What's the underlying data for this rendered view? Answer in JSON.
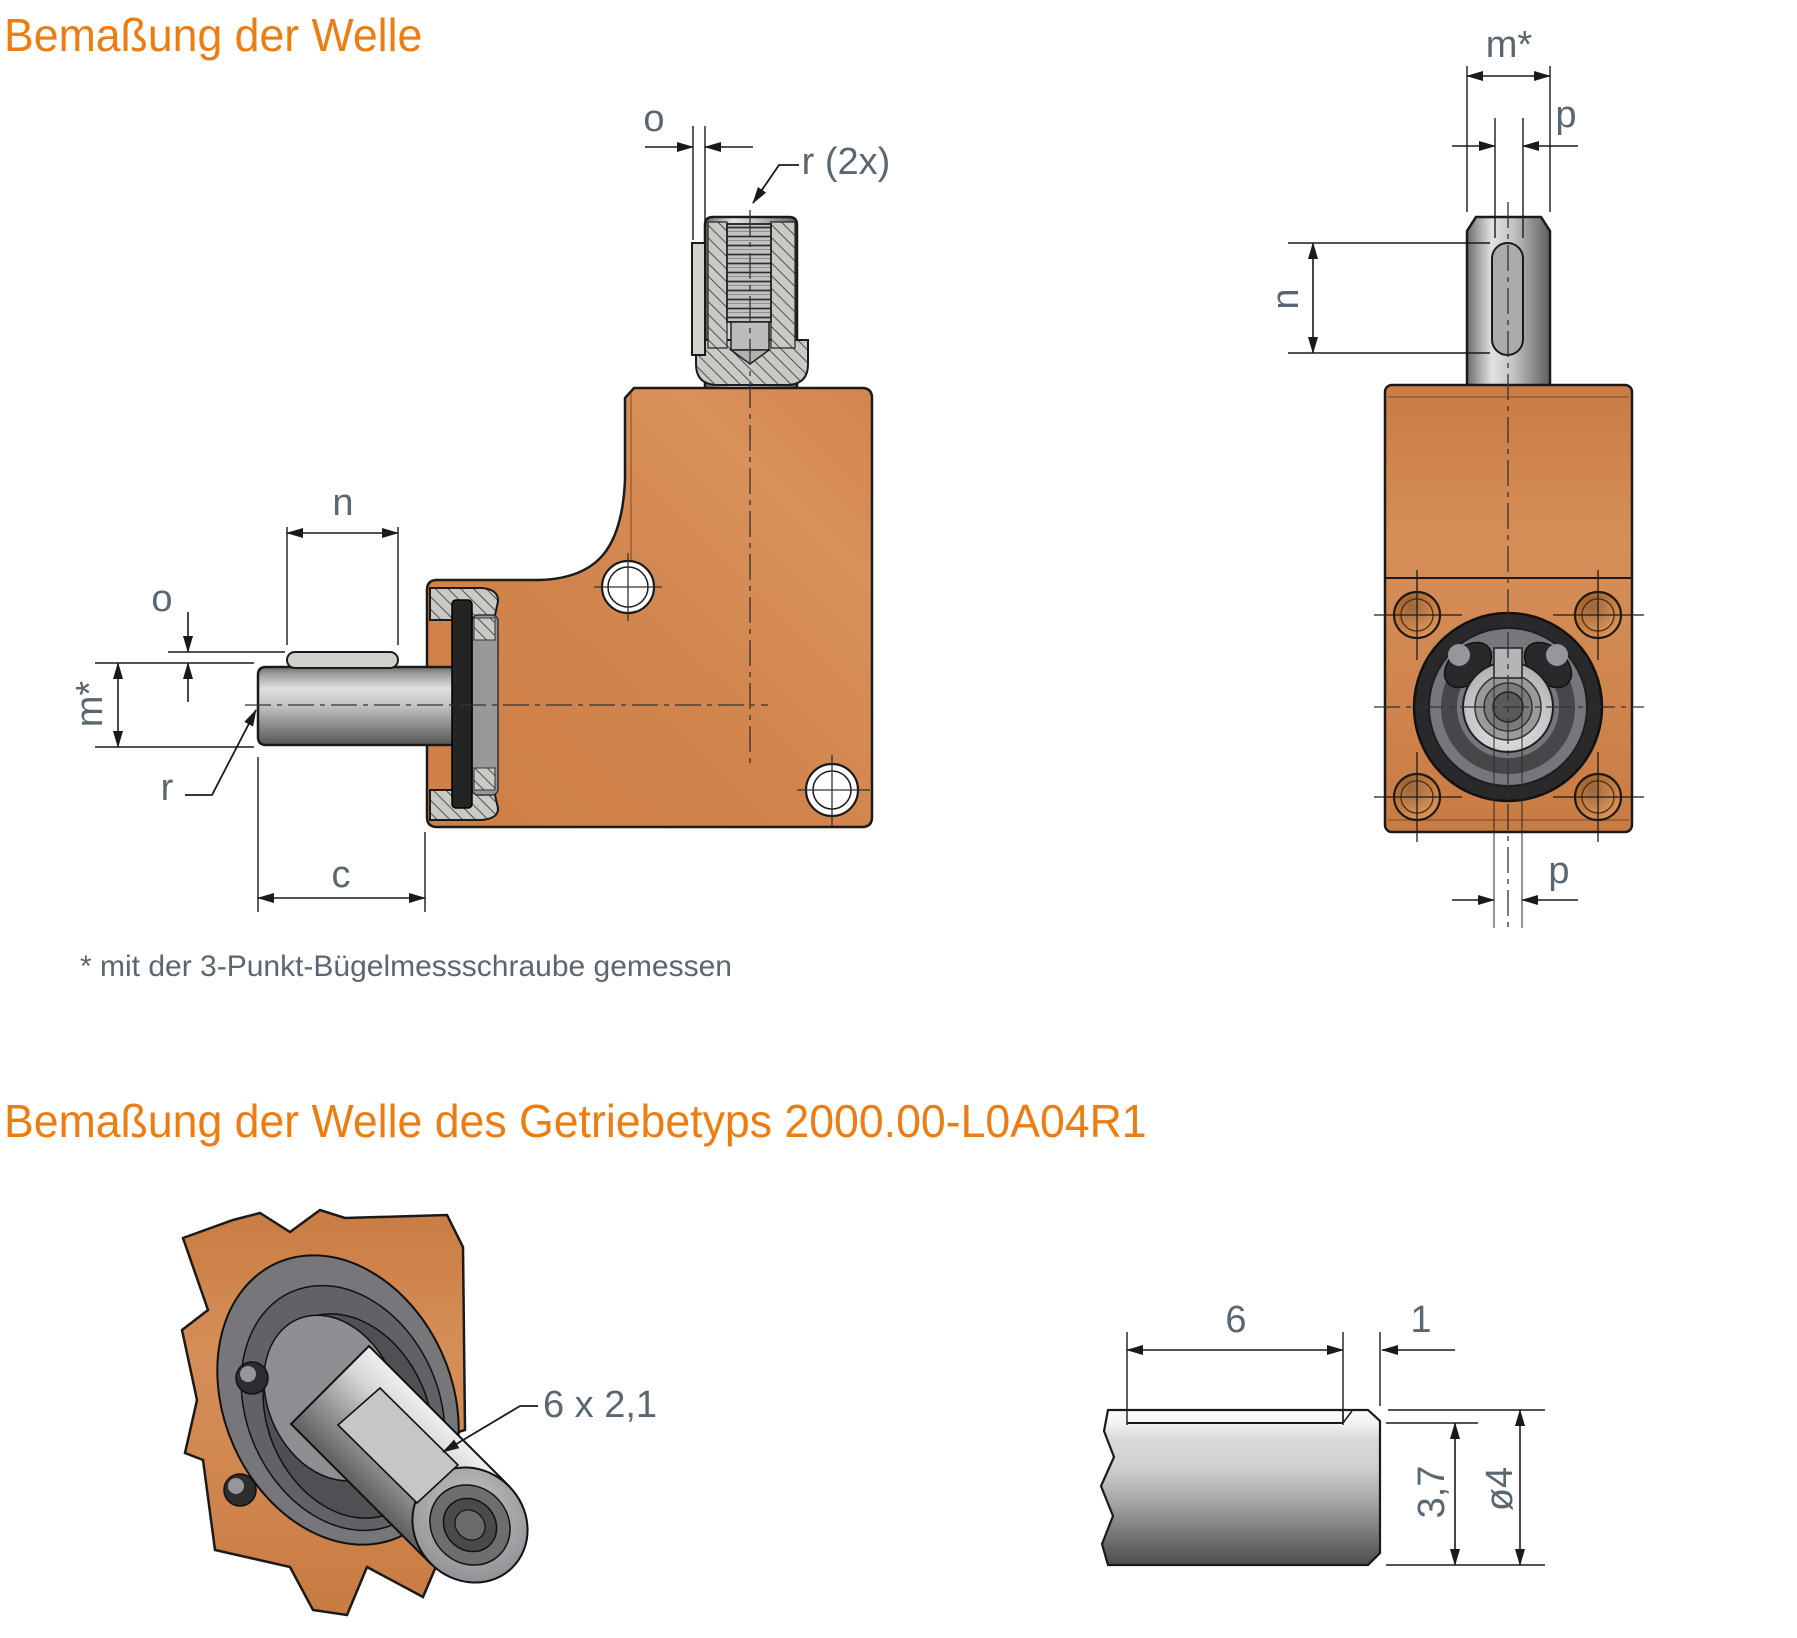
{
  "colors": {
    "accent_orange": "#ED7D11",
    "label_slate": "#5B6770",
    "line_black": "#1A1A1A",
    "housing_orange": "#D0854F",
    "metal_gray": "#C9C9C9"
  },
  "section1": {
    "title": "Bemaßung der Welle",
    "footnote": "*  mit der 3-Punkt-Bügelmessschraube gemessen",
    "side_view_dims": {
      "o_top": "o",
      "thread_radius": "r (2x)",
      "keyway_length": "n",
      "keyway_offset": "o",
      "shaft_diameter": "m*",
      "shaft_radius": "r",
      "shaft_length": "c"
    },
    "front_view_dims": {
      "shaft_diameter": "m*",
      "keyway_width_top": "p",
      "keyway_length": "n",
      "keyway_width_bottom": "p"
    }
  },
  "section2": {
    "title": "Bemaßung der Welle des Getriebetyps 2000.00-L0A04R1",
    "iso_view": {
      "flat_label": "6 x 2,1"
    },
    "detail_dims": {
      "flat_length": "6",
      "collar_width": "1",
      "flat_height": "3,7",
      "diameter": "ø4"
    }
  }
}
